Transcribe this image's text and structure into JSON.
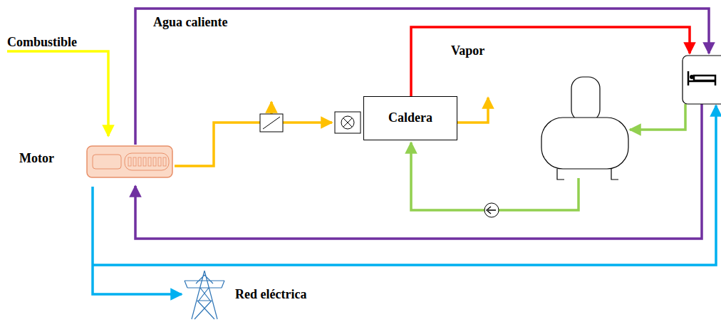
{
  "diagram": {
    "nodes": [
      {
        "text": [
          "Motor"
        ]
      },
      {
        "text": [
          "Caldera"
        ]
      },
      {
        "text": [
          "Red eléctrica"
        ]
      }
    ],
    "edges": [
      {
        "from": 0,
        "to": 1,
        "arrow": "to"
      },
      {
        "from": 0,
        "to": 2,
        "arrow": "to"
      }
    ],
    "labels": [
      "Combustible",
      "Agua caliente",
      "Vapor"
    ]
  }
}
